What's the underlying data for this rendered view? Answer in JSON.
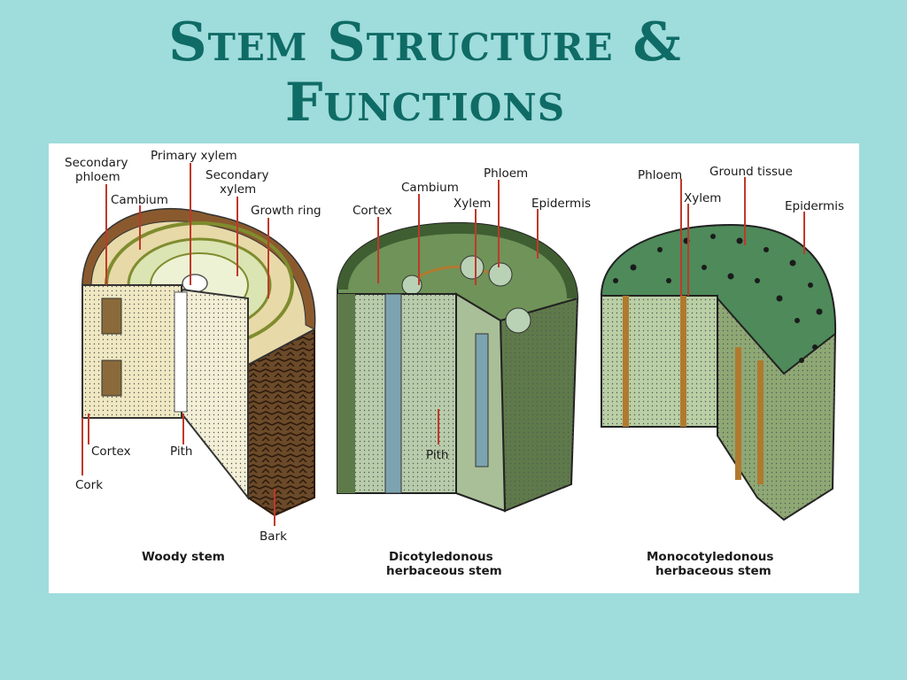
{
  "slide": {
    "title_line1": "Stem Structure &",
    "title_line2": "Functions"
  },
  "woody": {
    "caption": "Woody stem",
    "labels": {
      "secondary_phloem_1": "Secondary",
      "secondary_phloem_2": "phloem",
      "primary_xylem": "Primary xylem",
      "cambium": "Cambium",
      "secondary_xylem_1": "Secondary",
      "secondary_xylem_2": "xylem",
      "growth_ring": "Growth ring",
      "cortex": "Cortex",
      "pith": "Pith",
      "cork": "Cork",
      "bark": "Bark"
    }
  },
  "dicot": {
    "caption_line1": "Dicotyledonous",
    "caption_line2": "herbaceous stem",
    "labels": {
      "cortex": "Cortex",
      "cambium": "Cambium",
      "xylem": "Xylem",
      "phloem": "Phloem",
      "epidermis": "Epidermis",
      "pith": "Pith"
    }
  },
  "monocot": {
    "caption_line1": "Monocotyledonous",
    "caption_line2": "herbaceous stem",
    "labels": {
      "phloem": "Phloem",
      "ground_tissue": "Ground tissue",
      "xylem": "Xylem",
      "epidermis": "Epidermis"
    }
  },
  "colors": {
    "background": "#9fdcdc",
    "title": "#0f6b66",
    "leader_lines": "#c0392b"
  }
}
